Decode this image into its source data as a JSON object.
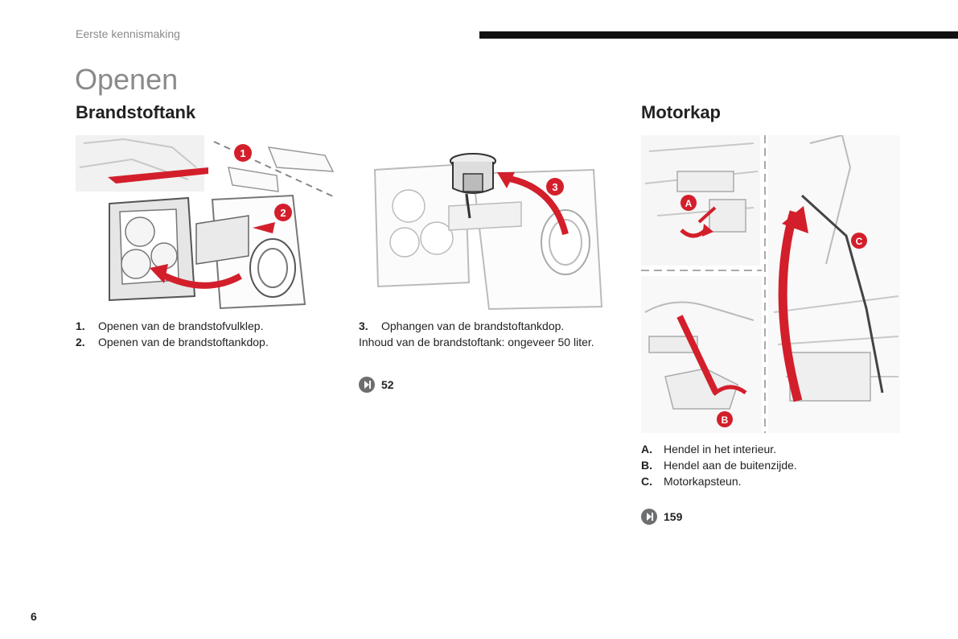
{
  "header": {
    "section": "Eerste kennismaking"
  },
  "page_title": "Openen",
  "fuel": {
    "heading": "Brandstoftank",
    "callouts": [
      "1",
      "2",
      "3"
    ],
    "items_left": [
      {
        "num": "1.",
        "text": "Openen van de brandstofvulklep."
      },
      {
        "num": "2.",
        "text": "Openen van de brandstoftankdop."
      }
    ],
    "item_right": {
      "num": "3.",
      "text": "Ophangen van de brandstoftankdop."
    },
    "capacity": "Inhoud van de brandstoftank: ongeveer 50 liter.",
    "ref": {
      "icon": "page-reference-icon",
      "page": "52"
    }
  },
  "bonnet": {
    "heading": "Motorkap",
    "callouts": [
      "A",
      "B",
      "C"
    ],
    "items": [
      {
        "num": "A.",
        "text": "Hendel in het interieur."
      },
      {
        "num": "B.",
        "text": "Hendel aan de buitenzijde."
      },
      {
        "num": "C.",
        "text": "Motorkapsteun."
      }
    ],
    "ref": {
      "icon": "page-reference-icon",
      "page": "159"
    }
  },
  "page_number": "6",
  "colors": {
    "accent": "#d31f2b",
    "line_art": "#9a9a9a",
    "rule": "#111111",
    "muted_text": "#8a8a8a"
  }
}
